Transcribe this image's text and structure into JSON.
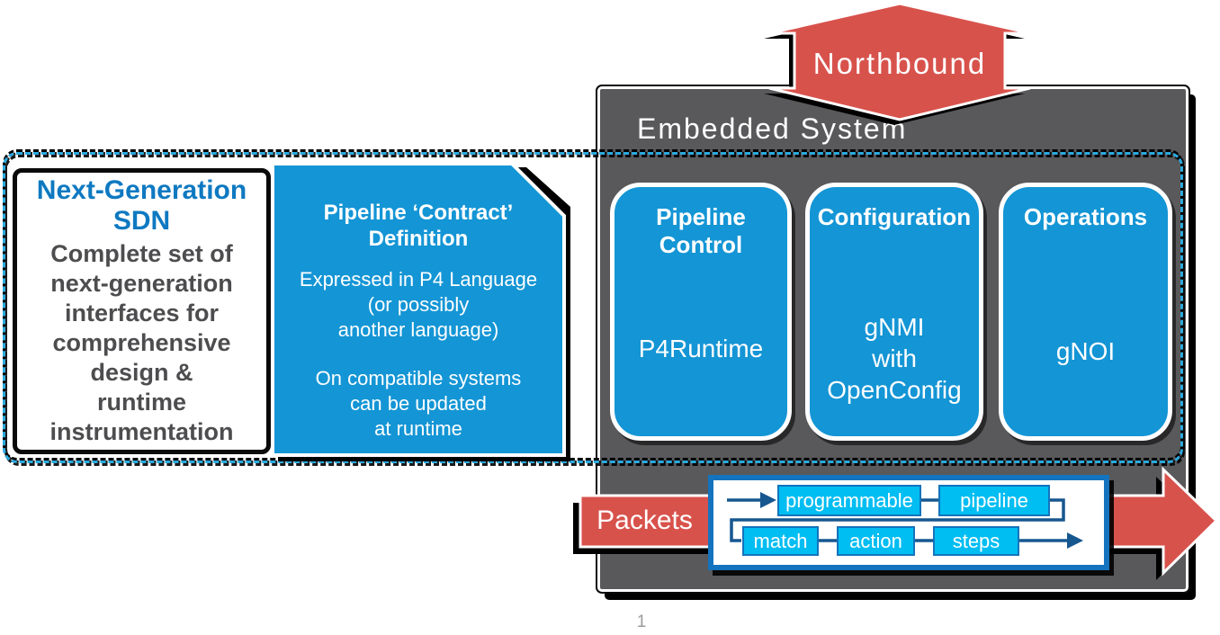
{
  "colors": {
    "panel_blue": "#1495D5",
    "chip_cyan": "#00BDF2",
    "dashed_cyan": "#2BA9DF",
    "arrow_red": "#D8524C",
    "embedded_gray": "#59595B",
    "title_blue_text": "#0E79C1",
    "body_gray_text": "#4D4D4F",
    "flow_line_blue": "#17578F",
    "flow_border_blue": "#1473BE"
  },
  "left_panel": {
    "title": "Next-Generation\nSDN",
    "body": "Complete set of\nnext-generation\ninterfaces for\ncomprehensive\ndesign &\nruntime\ninstrumentation"
  },
  "contract_panel": {
    "title": "Pipeline ‘Contract’\nDefinition",
    "para1": "Expressed in P4 Language\n(or possibly\nanother language)",
    "para2": "On compatible systems\ncan be updated\nat runtime"
  },
  "embedded_system": {
    "title": "Embedded System",
    "boxes": [
      {
        "title": "Pipeline Control",
        "body": "P4Runtime"
      },
      {
        "title": "Configuration",
        "body": "gNMI\nwith\nOpenConfig"
      },
      {
        "title": "Operations",
        "body": "gNOI"
      }
    ]
  },
  "northbound_arrow": {
    "label": "Northbound"
  },
  "packets_arrow": {
    "label": "Packets"
  },
  "pipeline_flow": {
    "chips": [
      "programmable",
      "pipeline",
      "match",
      "action",
      "steps"
    ]
  },
  "page": {
    "number": "1"
  }
}
